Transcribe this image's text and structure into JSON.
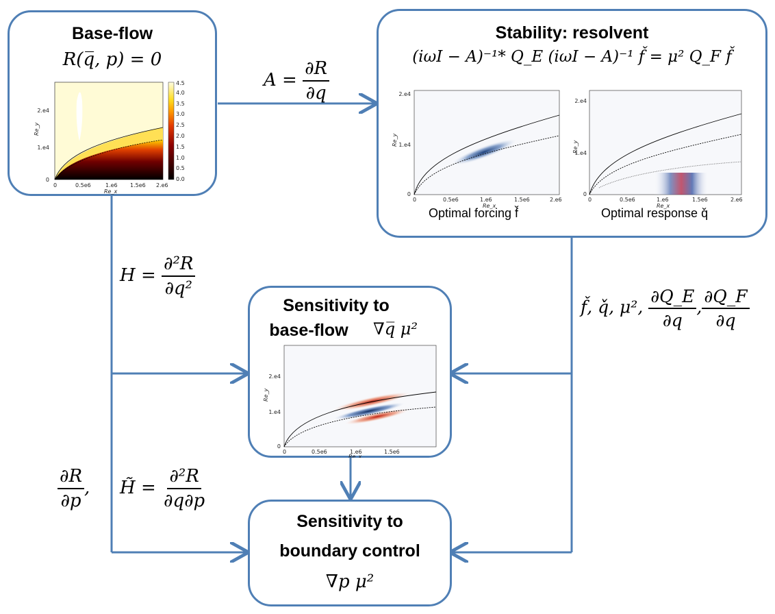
{
  "boxes": {
    "baseflow": {
      "title": "Base-flow",
      "equation": "R(q̅, p) = 0"
    },
    "stability": {
      "title": "Stability: resolvent",
      "equation": "(iωI − A)⁻¹* Q_E (iωI − A)⁻¹ f̌ = μ² Q_F f̌",
      "forcing_caption": "Optimal forcing f̌",
      "response_caption": "Optimal response q̌"
    },
    "sens_base": {
      "title_line1": "Sensitivity  to",
      "title_line2": "base-flow",
      "nabla": "∇q̅ μ²"
    },
    "sens_boundary": {
      "title_line1": "Sensitivity to",
      "title_line2": "boundary control",
      "nabla": "∇p μ²"
    }
  },
  "labels": {
    "A": {
      "lhs": "A =",
      "num": "∂R",
      "den": "∂q"
    },
    "H": {
      "lhs": "H =",
      "num": "∂²R",
      "den": "∂q²"
    },
    "Htilde": {
      "lhs": "H̃ =",
      "num": "∂²R",
      "den": "∂q∂p"
    },
    "dRdp": {
      "num": "∂R",
      "den": "∂p",
      "suffix": ","
    },
    "right": {
      "prefix": "f̌, q̌, μ²,",
      "num1": "∂Q_E",
      "den1": "∂q",
      "num2": "∂Q_F",
      "den2": "∂q",
      "sep": ","
    }
  },
  "plots": {
    "x_ticks": [
      "0",
      "0.5e6",
      "1.e6",
      "1.5e6",
      "2.e6"
    ],
    "x_ticks_short": [
      "0",
      "0.5e6",
      "1.e6",
      "1.5e6"
    ],
    "y_ticks": [
      "0",
      "1.e4",
      "2.e4"
    ],
    "xlabel": "Re_x",
    "ylabel": "Re_y",
    "colorbar_ticks": [
      "0.0",
      "0.5",
      "1.0",
      "1.5",
      "2.0",
      "2.5",
      "3.0",
      "3.5",
      "4.0",
      "4.5"
    ]
  },
  "colors": {
    "box_border": "#4f7fb5",
    "arrow": "#4f7fb5"
  }
}
